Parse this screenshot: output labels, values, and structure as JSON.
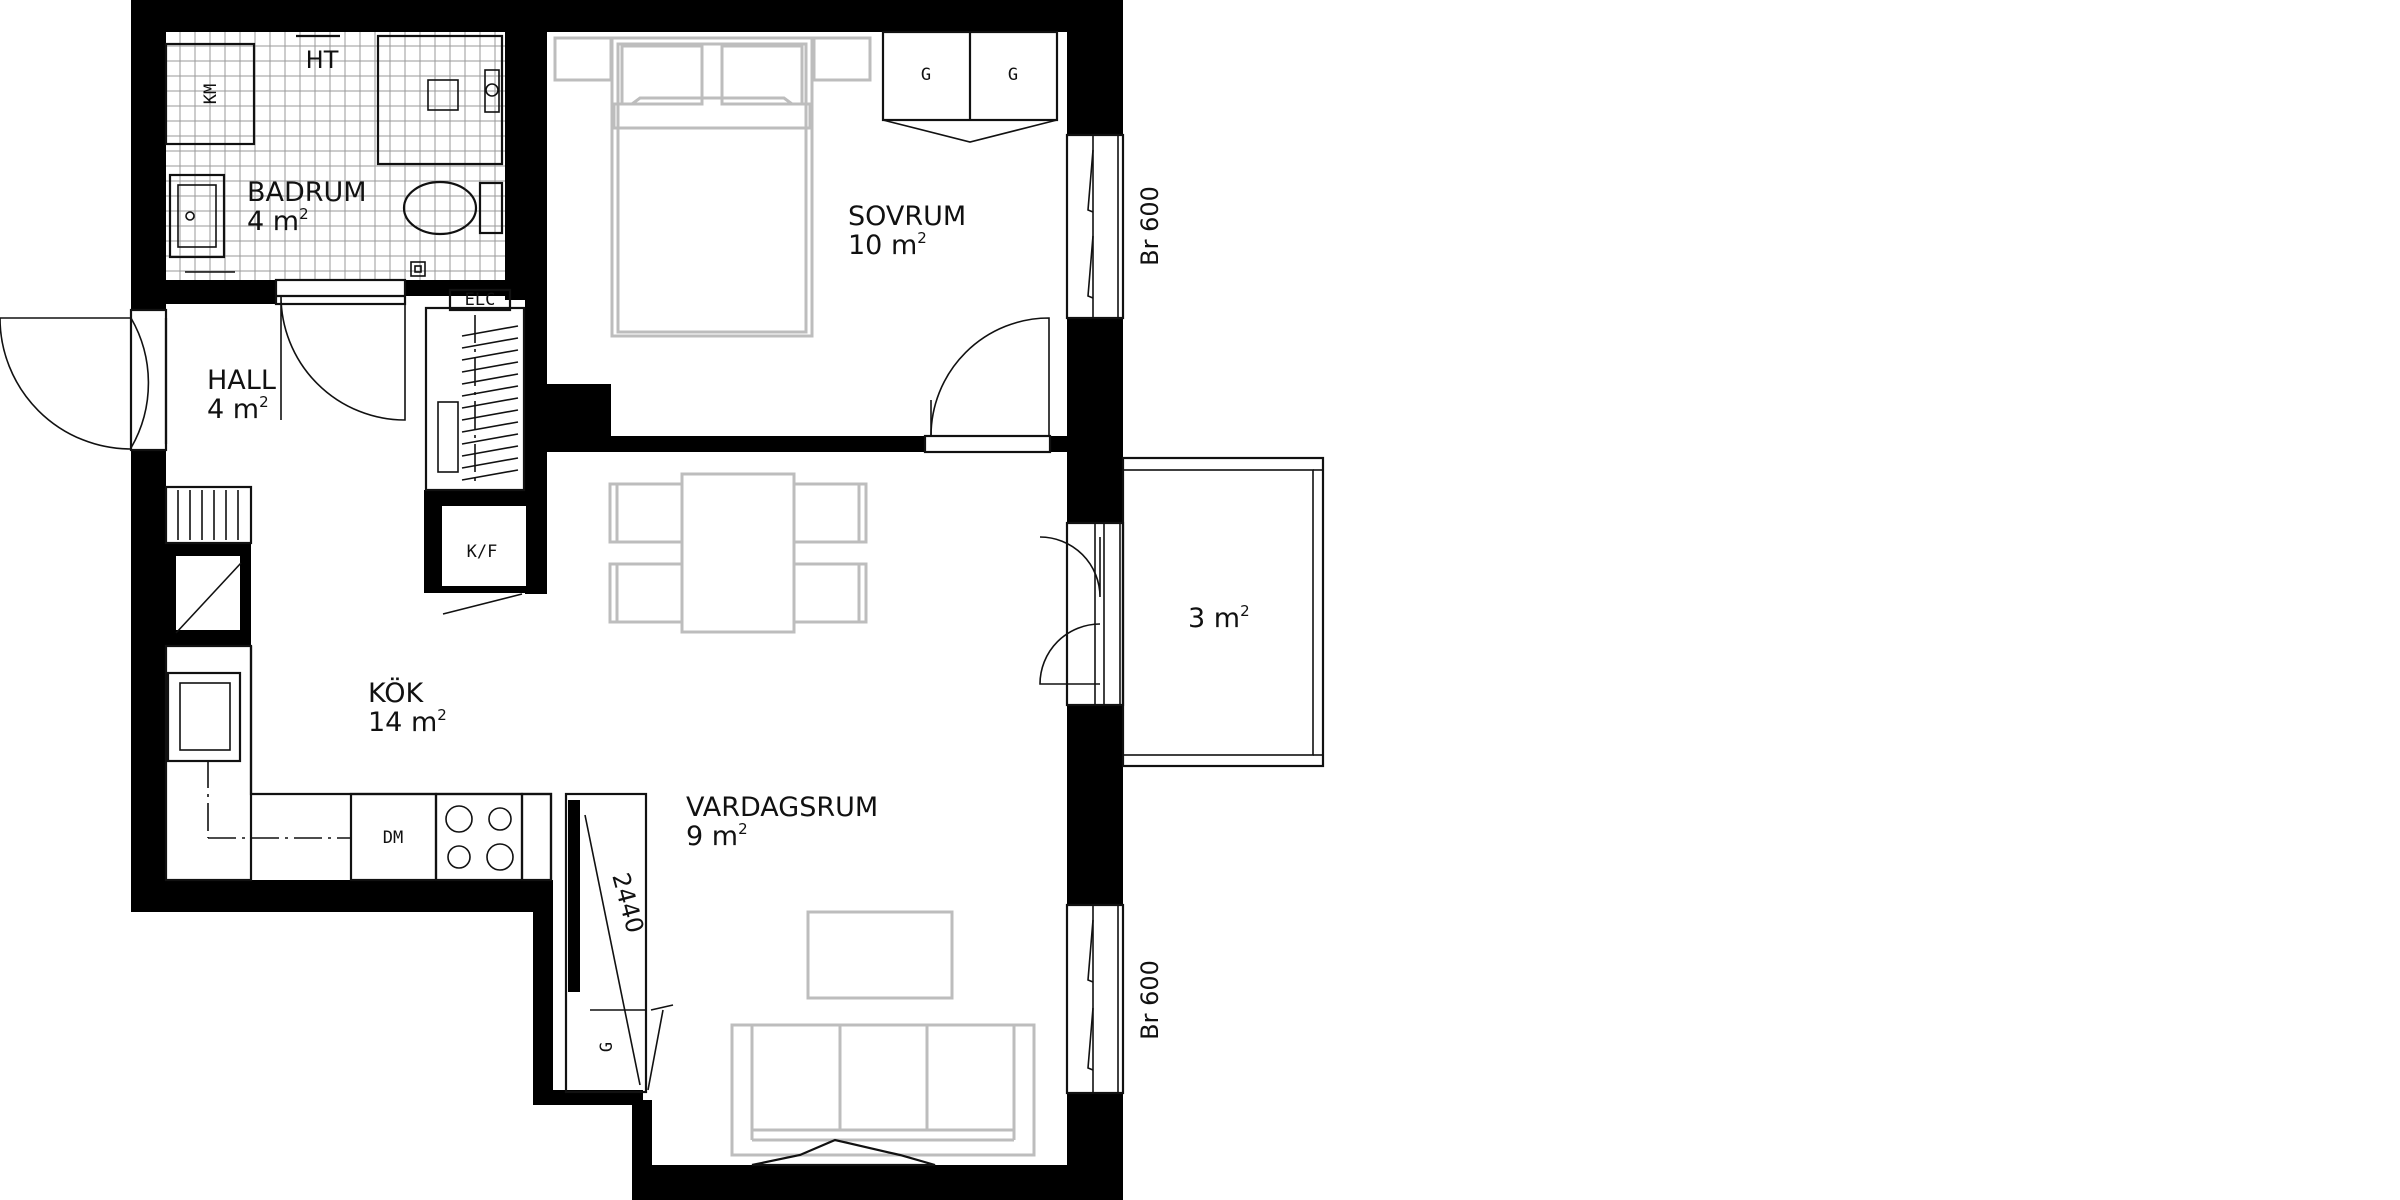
{
  "rooms": {
    "badrum": {
      "name": "BADRUM",
      "area_value": "4 m",
      "area_unit_sup": "2"
    },
    "hall": {
      "name": "HALL",
      "area_value": "4 m",
      "area_unit_sup": "2"
    },
    "sovrum": {
      "name": "SOVRUM",
      "area_value": "10 m",
      "area_unit_sup": "2"
    },
    "kok": {
      "name": "KÖK",
      "area_value": "14 m",
      "area_unit_sup": "2"
    },
    "vardagsrum": {
      "name": "VARDAGSRUM",
      "area_value": "9 m",
      "area_unit_sup": "2"
    },
    "balkong": {
      "area_value": "3 m",
      "area_unit_sup": "2"
    }
  },
  "labels": {
    "ht": "HT",
    "km": "KM",
    "elc": "ELC",
    "kf": "K/F",
    "dm": "DM",
    "g": "G",
    "window_sovrum": "Br 600",
    "window_vardagsrum": "Br 600",
    "dimension": "2440"
  },
  "colors": {
    "wall": "#000000",
    "furniture": "#bdbdbd",
    "fixture": "#111111",
    "background": "#ffffff"
  }
}
